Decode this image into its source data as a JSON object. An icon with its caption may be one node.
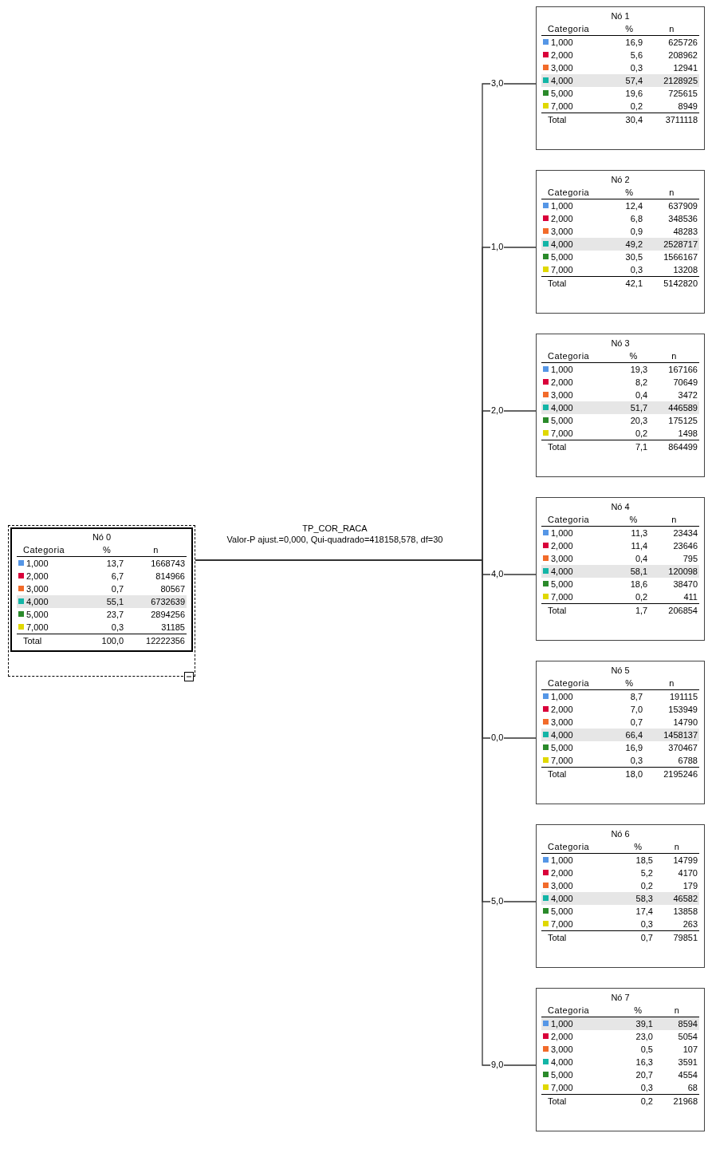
{
  "diagram": {
    "nodes": [
      {
        "text": [
          "Nó 0",
          "Categoria",
          "%",
          "n",
          "1,000",
          "13,7",
          "1668743",
          "2,000",
          "6,7",
          "814966",
          "3,000",
          "0,7",
          "80567",
          "4,000",
          "55,1",
          "6732639",
          "5,000",
          "23,7",
          "2894256",
          "7,000",
          "0,3",
          "31185",
          "Total",
          "100,0",
          "12222356"
        ]
      },
      {
        "text": [
          "Nó 1",
          "Categoria",
          "%",
          "n",
          "1,000",
          "16,9",
          "625726",
          "2,000",
          "5,6",
          "208962",
          "3,000",
          "0,3",
          "12941",
          "4,000",
          "57,4",
          "2128925",
          "5,000",
          "19,6",
          "725615",
          "7,000",
          "0,2",
          "8949",
          "Total",
          "30,4",
          "3711118"
        ]
      },
      {
        "text": [
          "Nó 2",
          "Categoria",
          "%",
          "n",
          "1,000",
          "12,4",
          "637909",
          "2,000",
          "6,8",
          "348536",
          "3,000",
          "0,9",
          "48283",
          "4,000",
          "49,2",
          "2528717",
          "5,000",
          "30,5",
          "1566167",
          "7,000",
          "0,3",
          "13208",
          "Total",
          "42,1",
          "5142820"
        ]
      },
      {
        "text": [
          "Nó 3",
          "Categoria",
          "%",
          "n",
          "1,000",
          "19,3",
          "167166",
          "2,000",
          "8,2",
          "70649",
          "3,000",
          "0,4",
          "3472",
          "4,000",
          "51,7",
          "446589",
          "5,000",
          "20,3",
          "175125",
          "7,000",
          "0,2",
          "1498",
          "Total",
          "7,1",
          "864499"
        ]
      },
      {
        "text": [
          "Nó 4",
          "Categoria",
          "%",
          "n",
          "1,000",
          "11,3",
          "23434",
          "2,000",
          "11,4",
          "23646",
          "3,000",
          "0,4",
          "795",
          "4,000",
          "58,1",
          "120098",
          "5,000",
          "18,6",
          "38470",
          "7,000",
          "0,2",
          "411",
          "Total",
          "1,7",
          "206854"
        ]
      },
      {
        "text": [
          "Nó 5",
          "Categoria",
          "%",
          "n",
          "1,000",
          "8,7",
          "191115",
          "2,000",
          "7,0",
          "153949",
          "3,000",
          "0,7",
          "14790",
          "4,000",
          "66,4",
          "1458137",
          "5,000",
          "16,9",
          "370467",
          "7,000",
          "0,3",
          "6788",
          "Total",
          "18,0",
          "2195246"
        ]
      },
      {
        "text": [
          "Nó 6",
          "Categoria",
          "%",
          "n",
          "1,000",
          "18,5",
          "14799",
          "2,000",
          "5,2",
          "4170",
          "3,000",
          "0,2",
          "179",
          "4,000",
          "58,3",
          "46582",
          "5,000",
          "17,4",
          "13858",
          "7,000",
          "0,3",
          "263",
          "Total",
          "0,7",
          "79851"
        ]
      },
      {
        "text": [
          "Nó 7",
          "Categoria",
          "%",
          "n",
          "1,000",
          "39,1",
          "8594",
          "2,000",
          "23,0",
          "5054",
          "3,000",
          "0,5",
          "107",
          "4,000",
          "16,3",
          "3591",
          "5,000",
          "20,7",
          "4554",
          "7,000",
          "0,3",
          "68",
          "Total",
          "0,2",
          "21968"
        ]
      }
    ],
    "edges": [
      {
        "from": 0,
        "to": 1,
        "arrow": "none",
        "label": "3,0"
      },
      {
        "from": 0,
        "to": 2,
        "arrow": "none",
        "label": "1,0"
      },
      {
        "from": 0,
        "to": 3,
        "arrow": "none",
        "label": "2,0"
      },
      {
        "from": 0,
        "to": 4,
        "arrow": "none",
        "label": "4,0"
      },
      {
        "from": 0,
        "to": 5,
        "arrow": "none",
        "label": "0,0"
      },
      {
        "from": 0,
        "to": 6,
        "arrow": "none",
        "label": "5,0"
      },
      {
        "from": 0,
        "to": 7,
        "arrow": "none",
        "label": "9,0"
      }
    ],
    "labels": [
      "TP_COR_RACA",
      "Valor-P ajust.=0,000, Qui-quadrado=418158,578, df=30"
    ]
  }
}
